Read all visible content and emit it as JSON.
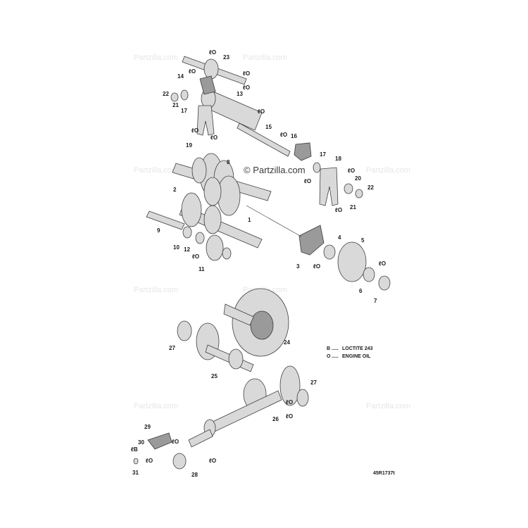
{
  "watermark": "Partzilla.com",
  "brand_mark": "© Partzilla.com",
  "legend": [
    {
      "symbol": "B",
      "text": "LOCTITE 243"
    },
    {
      "symbol": "O",
      "text": "ENGINE OIL"
    }
  ],
  "diagram_code": "45R1737t",
  "callouts": [
    "1",
    "2",
    "3",
    "4",
    "5",
    "6",
    "7",
    "8",
    "9",
    "10",
    "11",
    "12",
    "13",
    "14",
    "15",
    "16",
    "17",
    "18",
    "19",
    "20",
    "21",
    "22",
    "23",
    "24",
    "25",
    "26",
    "27",
    "28",
    "29",
    "30",
    "31"
  ],
  "lube_mark": "ℓO",
  "loctite_mark": "ℓB",
  "legend_sep": "....."
}
